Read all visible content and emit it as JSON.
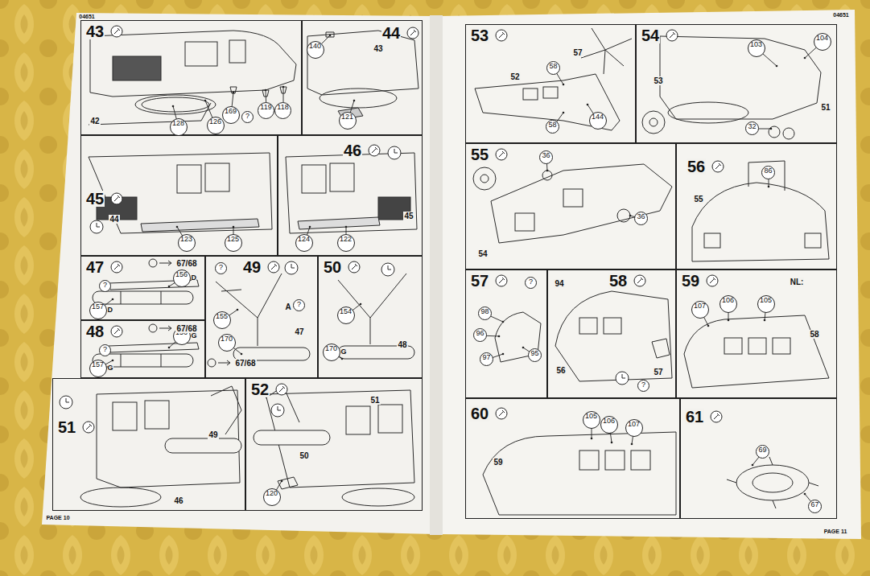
{
  "diagram": {
    "nodes": [
      {
        "text": [
          "43"
        ]
      },
      {
        "text": [
          "128"
        ],
        "in": 0
      },
      {
        "text": [
          "126"
        ],
        "in": 0
      },
      {
        "text": [
          "169"
        ],
        "in": 0
      },
      {
        "text": [
          "?"
        ],
        "in": 0
      },
      {
        "text": [
          "119"
        ],
        "in": 0
      },
      {
        "text": [
          "118"
        ],
        "in": 0
      },
      {
        "text": [
          "44"
        ]
      },
      {
        "text": [
          "140"
        ],
        "in": 7
      },
      {
        "text": [
          "121"
        ],
        "in": 7
      },
      {
        "text": [
          "45"
        ]
      },
      {
        "text": [
          "123"
        ],
        "in": 10
      },
      {
        "text": [
          "125"
        ],
        "in": 10
      },
      {
        "text": [
          "46"
        ]
      },
      {
        "text": [
          "124"
        ],
        "in": 13
      },
      {
        "text": [
          "122"
        ],
        "in": 13
      },
      {
        "text": [
          "47"
        ]
      },
      {
        "text": [
          "?"
        ],
        "in": 16
      },
      {
        "text": [
          "156",
          "D"
        ],
        "in": 16
      },
      {
        "text": [
          "157",
          "D"
        ],
        "in": 16
      },
      {
        "text": [
          "48"
        ]
      },
      {
        "text": [
          "?"
        ],
        "in": 20
      },
      {
        "text": [
          "156",
          "G"
        ],
        "in": 20
      },
      {
        "text": [
          "157",
          "G"
        ],
        "in": 20
      },
      {
        "text": [
          "49"
        ]
      },
      {
        "text": [
          "?"
        ],
        "in": 24
      },
      {
        "text": [
          "155"
        ],
        "in": 24
      },
      {
        "text": [
          "170"
        ],
        "in": 24
      },
      {
        "text": [
          "?"
        ],
        "in": 24
      },
      {
        "text": [
          "50"
        ]
      },
      {
        "text": [
          "154"
        ],
        "in": 29
      },
      {
        "text": [
          "170",
          "G"
        ],
        "in": 29
      },
      {
        "text": [
          "51"
        ]
      },
      {
        "text": [
          "52"
        ]
      },
      {
        "text": [
          "120"
        ],
        "in": 33
      },
      {
        "text": [
          "53"
        ]
      },
      {
        "text": [
          "58"
        ],
        "in": 35
      },
      {
        "text": [
          "58"
        ],
        "in": 35
      },
      {
        "text": [
          "144"
        ],
        "in": 35
      },
      {
        "text": [
          "54"
        ]
      },
      {
        "text": [
          "103"
        ],
        "in": 39
      },
      {
        "text": [
          "104"
        ],
        "in": 39
      },
      {
        "text": [
          "32"
        ],
        "in": 39
      },
      {
        "text": [
          "55"
        ]
      },
      {
        "text": [
          "36"
        ],
        "in": 43
      },
      {
        "text": [
          "36"
        ],
        "in": 43
      },
      {
        "text": [
          "56"
        ]
      },
      {
        "text": [
          "86"
        ],
        "in": 46
      },
      {
        "text": [
          "57"
        ]
      },
      {
        "text": [
          "?"
        ],
        "in": 48
      },
      {
        "text": [
          "98"
        ],
        "in": 48
      },
      {
        "text": [
          "96"
        ],
        "in": 48
      },
      {
        "text": [
          "97"
        ],
        "in": 48
      },
      {
        "text": [
          "95"
        ],
        "in": 48
      },
      {
        "text": [
          "58"
        ]
      },
      {
        "text": [
          "?"
        ],
        "in": 54
      },
      {
        "text": [
          "59"
        ]
      },
      {
        "text": [
          "107"
        ],
        "in": 56
      },
      {
        "text": [
          "106"
        ],
        "in": 56
      },
      {
        "text": [
          "105"
        ],
        "in": 56
      },
      {
        "text": [
          "60"
        ]
      },
      {
        "text": [
          "105"
        ],
        "in": 60
      },
      {
        "text": [
          "106"
        ],
        "in": 60
      },
      {
        "text": [
          "107"
        ],
        "in": 60
      },
      {
        "text": [
          "61"
        ]
      },
      {
        "text": [
          "69"
        ],
        "in": 64
      },
      {
        "text": [
          "67"
        ],
        "in": 64
      }
    ],
    "labels": [
      "04651",
      "04651",
      "PAGE 10",
      "PAGE 11",
      "42",
      "43",
      "44",
      "45",
      "67/68",
      "67/68",
      "A",
      "47",
      "67/68",
      "48",
      "49",
      "46",
      "51",
      "50",
      "57",
      "52",
      "53",
      "51",
      "54",
      "55",
      "94",
      "56",
      "57",
      "NL:",
      "58",
      "59"
    ]
  }
}
